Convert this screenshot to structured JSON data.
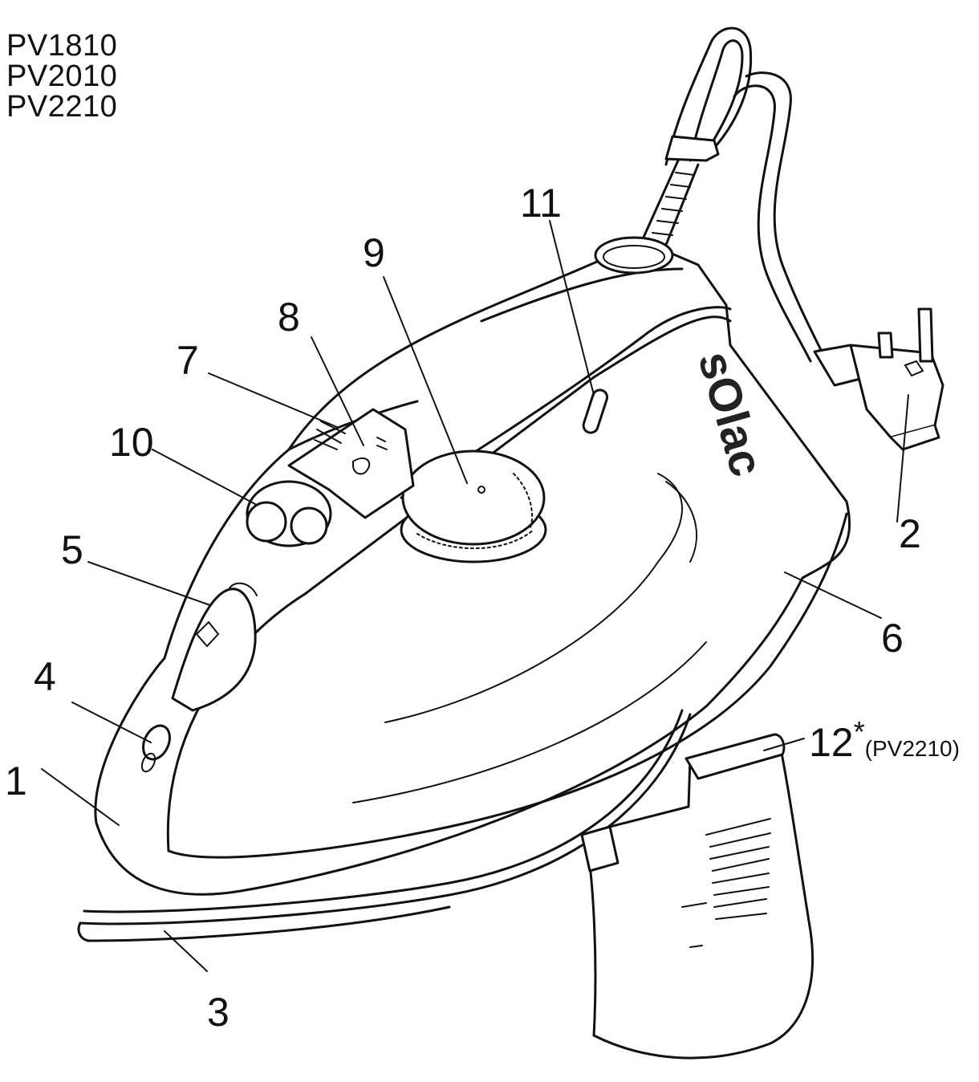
{
  "models": [
    "PV1810",
    "PV2010",
    "PV2210"
  ],
  "brand": "sOlac",
  "callouts": [
    {
      "id": "1",
      "text": "1"
    },
    {
      "id": "2",
      "text": "2"
    },
    {
      "id": "3",
      "text": "3"
    },
    {
      "id": "4",
      "text": "4"
    },
    {
      "id": "5",
      "text": "5"
    },
    {
      "id": "6",
      "text": "6"
    },
    {
      "id": "7",
      "text": "7"
    },
    {
      "id": "8",
      "text": "8"
    },
    {
      "id": "9",
      "text": "9"
    },
    {
      "id": "10",
      "text": "10"
    },
    {
      "id": "11",
      "text": "11"
    },
    {
      "id": "12",
      "text": "12",
      "suffix": "*",
      "note": "(PV2210)"
    }
  ]
}
